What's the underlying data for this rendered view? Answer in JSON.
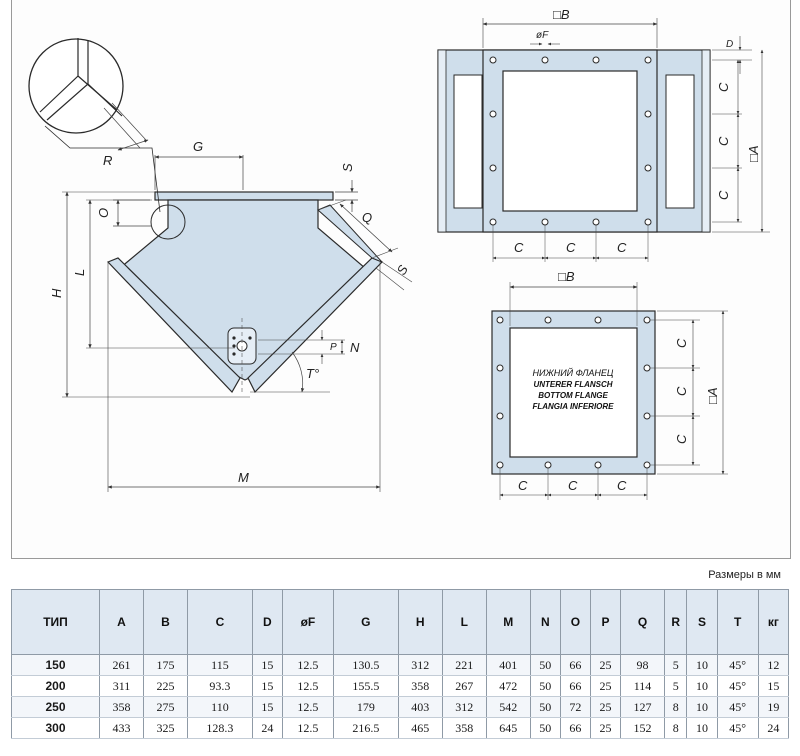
{
  "labels": {
    "G": "G",
    "S": "S",
    "O": "O",
    "L": "L",
    "H": "H",
    "Q": "Q",
    "R": "R",
    "P": "P",
    "N": "N",
    "T": "T°",
    "M": "M",
    "B": "□B",
    "F": "øF",
    "D": "D",
    "C": "C",
    "A": "□A"
  },
  "bottom_flange": {
    "lines": [
      "НИЖНИЙ ФЛАНЕЦ",
      "UNTERER FLANSCH",
      "BOTTOM FLANGE",
      "FLANGIA INFERIORE"
    ]
  },
  "units_note": "Размеры в мм",
  "table": {
    "headers": [
      "ТИП",
      "A",
      "B",
      "C",
      "D",
      "øF",
      "G",
      "H",
      "L",
      "M",
      "N",
      "O",
      "P",
      "Q",
      "R",
      "S",
      "T",
      "кг"
    ],
    "rows": [
      [
        "150",
        "261",
        "175",
        "115",
        "15",
        "12.5",
        "130.5",
        "312",
        "221",
        "401",
        "50",
        "66",
        "25",
        "98",
        "5",
        "10",
        "45°",
        "12"
      ],
      [
        "200",
        "311",
        "225",
        "93.3",
        "15",
        "12.5",
        "155.5",
        "358",
        "267",
        "472",
        "50",
        "66",
        "25",
        "114",
        "5",
        "10",
        "45°",
        "15"
      ],
      [
        "250",
        "358",
        "275",
        "110",
        "15",
        "12.5",
        "179",
        "403",
        "312",
        "542",
        "50",
        "72",
        "25",
        "127",
        "8",
        "10",
        "45°",
        "19"
      ],
      [
        "300",
        "433",
        "325",
        "128.3",
        "24",
        "12.5",
        "216.5",
        "465",
        "358",
        "645",
        "50",
        "66",
        "25",
        "152",
        "8",
        "10",
        "45°",
        "24"
      ]
    ]
  },
  "colors": {
    "fill": "#cfdeeb",
    "line": "#2a2a2a",
    "dim": "#444444",
    "header_bg": "#dfe8f2"
  }
}
